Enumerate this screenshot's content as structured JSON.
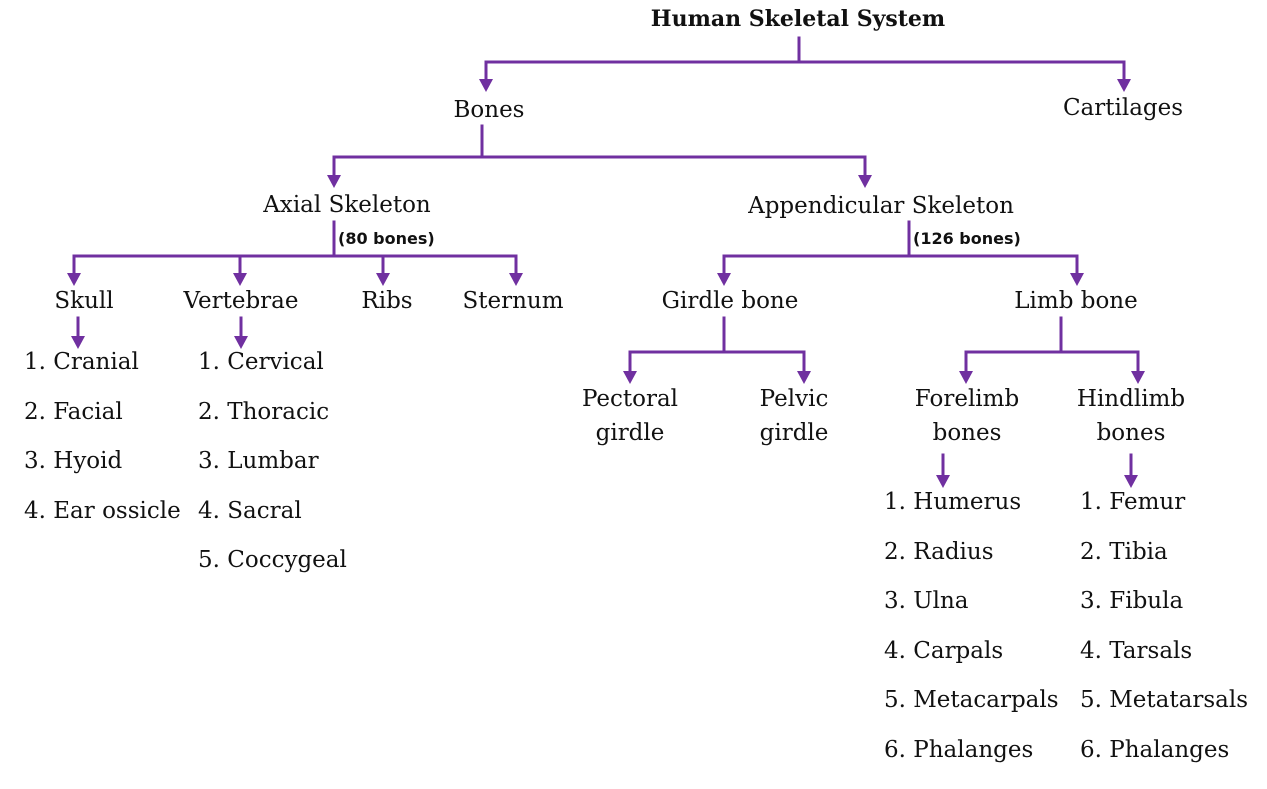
{
  "title": "Human Skeletal System",
  "colors": {
    "connector": "#7030a0",
    "text": "#111111"
  },
  "nodes": {
    "bones": "Bones",
    "cartilages": "Cartilages",
    "axial": "Axial Skeleton",
    "axial_count": "(80 bones)",
    "appendicular": "Appendicular Skeleton",
    "appendicular_count": "(126 bones)",
    "skull": "Skull",
    "vertebrae": "Vertebrae",
    "ribs": "Ribs",
    "sternum": "Sternum",
    "girdle": "Girdle bone",
    "limb": "Limb bone",
    "pectoral": [
      "Pectoral",
      "girdle"
    ],
    "pelvic": [
      "Pelvic",
      "girdle"
    ],
    "forelimb": [
      "Forelimb",
      "bones"
    ],
    "hindlimb": [
      "Hindlimb",
      "bones"
    ]
  },
  "lists": {
    "skull": [
      "1. Cranial",
      "2. Facial",
      "3. Hyoid",
      "4. Ear ossicle"
    ],
    "vertebrae": [
      "1. Cervical",
      "2. Thoracic",
      "3. Lumbar",
      "4. Sacral",
      "5. Coccygeal"
    ],
    "forelimb": [
      "1. Humerus",
      "2. Radius",
      "3. Ulna",
      "4. Carpals",
      "5. Metacarpals",
      "6. Phalanges"
    ],
    "hindlimb": [
      "1. Femur",
      "2. Tibia",
      "3. Fibula",
      "4. Tarsals",
      "5. Metatarsals",
      "6. Phalanges"
    ]
  }
}
